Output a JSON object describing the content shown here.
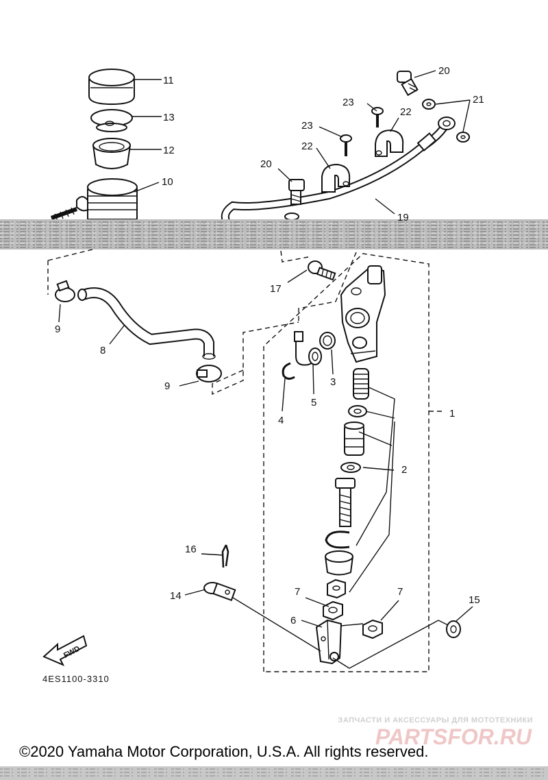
{
  "labels": {
    "l1": "1",
    "l2": "2",
    "l3": "3",
    "l4": "4",
    "l5": "5",
    "l6": "6",
    "l7a": "7",
    "l7b": "7",
    "l8": "8",
    "l9a": "9",
    "l9b": "9",
    "l10": "10",
    "l11": "11",
    "l12": "12",
    "l13": "13",
    "l14": "14",
    "l15": "15",
    "l16": "16",
    "l17": "17",
    "l19": "19",
    "l20a": "20",
    "l20b": "20",
    "l21": "21",
    "l22a": "22",
    "l22b": "22",
    "l23a": "23",
    "l23b": "23"
  },
  "fwd_label": "FWD",
  "diagram_code": "4ES1100-3310",
  "watermark": {
    "tagline": "ЗАПЧАСТИ И АКСЕССУАРЫ ДЛЯ МОТОТЕХНИКИ",
    "logo": "PARTSFOR.RU"
  },
  "copyright": "©2020 Yamaha Motor Corporation, U.S.A. All rights reserved."
}
